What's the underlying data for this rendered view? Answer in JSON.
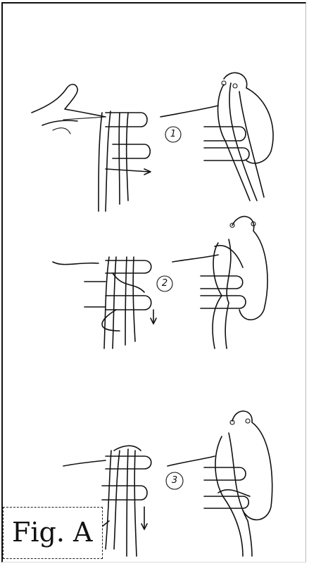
{
  "figure": {
    "caption": "Fig. A",
    "steps": [
      {
        "number": "1"
      },
      {
        "number": "2"
      },
      {
        "number": "3"
      }
    ]
  }
}
